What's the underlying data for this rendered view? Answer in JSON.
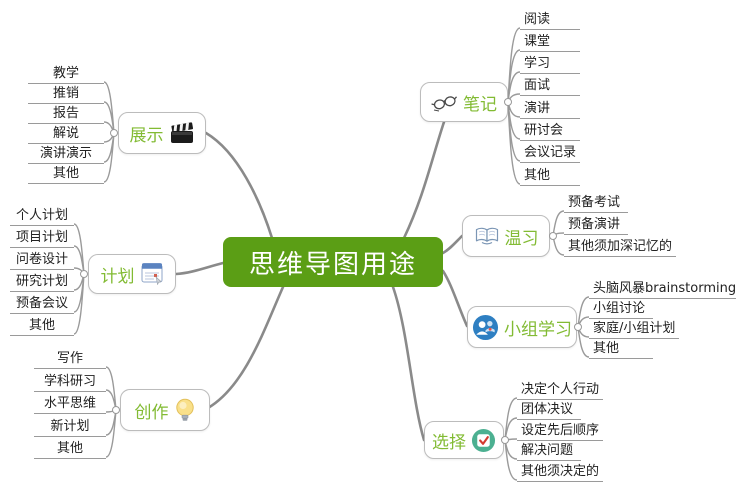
{
  "root": {
    "label": "思维导图用途"
  },
  "branches": [
    {
      "label": "展示",
      "icon": "clapperboard-icon",
      "side": "left",
      "children": [
        "教学",
        "推销",
        "报告",
        "解说",
        "演讲演示",
        "其他"
      ]
    },
    {
      "label": "计划",
      "icon": "planner-icon",
      "side": "left",
      "children": [
        "个人计划",
        "项目计划",
        "问卷设计",
        "研究计划",
        "预备会议",
        "其他"
      ]
    },
    {
      "label": "创作",
      "icon": "lightbulb-icon",
      "side": "left",
      "children": [
        "写作",
        "学科研习",
        "水平思维",
        "新计划",
        "其他"
      ]
    },
    {
      "label": "笔记",
      "icon": "glasses-icon",
      "side": "right",
      "children": [
        "阅读",
        "课堂",
        "学习",
        "面试",
        "演讲",
        "研讨会",
        "会议记录",
        "其他"
      ]
    },
    {
      "label": "温习",
      "icon": "open-book-icon",
      "side": "right",
      "children": [
        "预备考试",
        "预备演讲",
        "其他须加深记忆的"
      ]
    },
    {
      "label": "小组学习",
      "icon": "group-icon",
      "side": "right",
      "children": [
        "头脑风暴brainstorming",
        "小组讨论",
        "家庭/小组计划",
        "其他"
      ]
    },
    {
      "label": "选择",
      "icon": "checkbox-icon",
      "side": "right",
      "children": [
        "决定个人行动",
        "团体决议",
        "设定先后顺序",
        "解决问题",
        "其他须决定的"
      ]
    }
  ],
  "colors": {
    "canvas_bg": "#ffffff",
    "root_bg": "#5b9e15",
    "root_text": "#ffffff",
    "branch_text": "#82bb33",
    "box_border": "#bcbcbc",
    "trunk_line": "#8a8a8a",
    "child_line": "#9a9a9a",
    "child_text": "#222222",
    "group_icon_blue": "#2e7fc2",
    "checkbox_icon_teal": "#4cb091",
    "check_red": "#d33a30"
  }
}
